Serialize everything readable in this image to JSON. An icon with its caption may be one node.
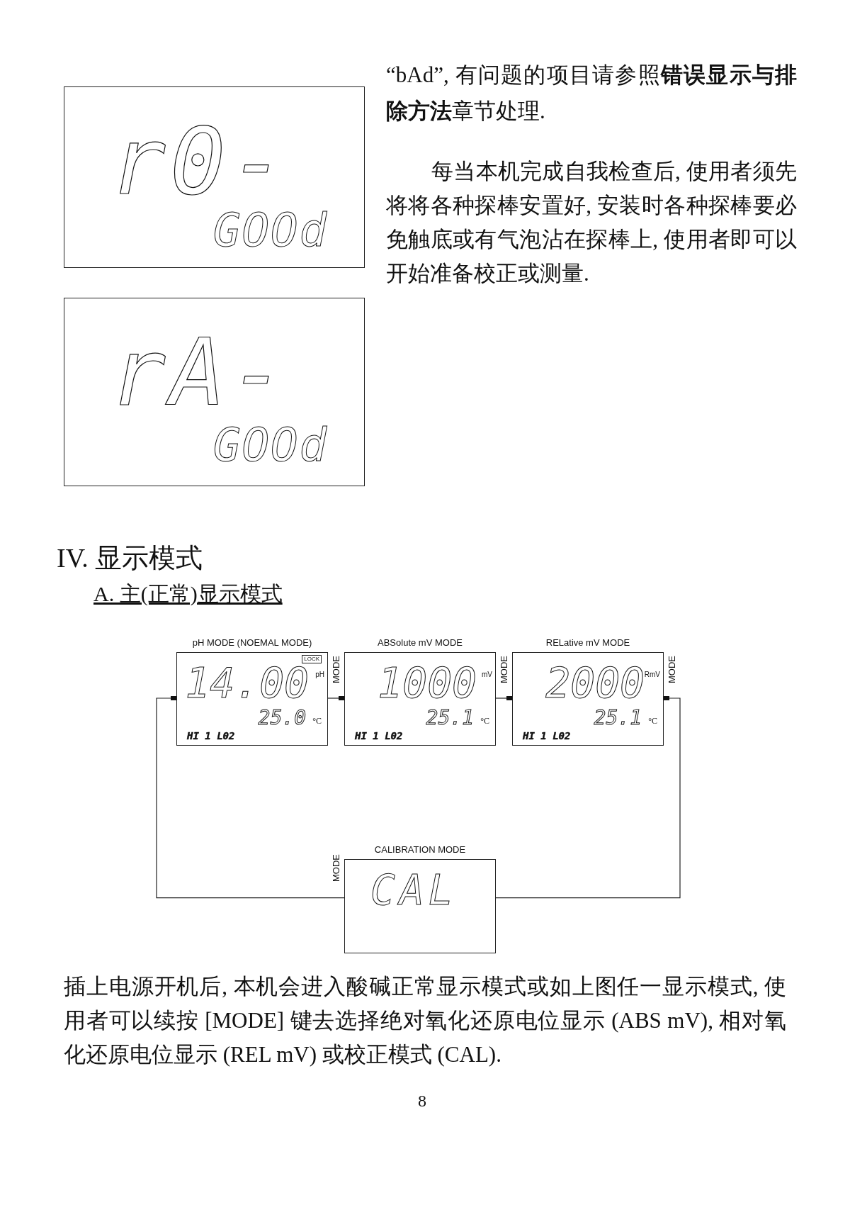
{
  "diagram": {
    "nodes": [
      {
        "text": [
          "r0-",
          "GOOd"
        ]
      },
      {
        "text": [
          "rA-",
          "GOOd"
        ]
      },
      {
        "text": [
          "pH MODE (NOEMAL MODE)",
          "LOCK",
          "14.00",
          "pH",
          "25.0",
          "°C",
          "HI 1 L02"
        ]
      },
      {
        "text": [
          "ABSolute mV MODE",
          "1000",
          "mV",
          "25.1",
          "°C",
          "HI 1 L02"
        ]
      },
      {
        "text": [
          "RELative mV MODE",
          "2000",
          "RmV",
          "25.1",
          "°C",
          "HI 1 L02"
        ]
      },
      {
        "text": [
          "CALIBRATION MODE",
          "CAL"
        ]
      }
    ],
    "edges": [
      {
        "from": 2,
        "to": 3,
        "arrow": "other",
        "label": "MODE"
      },
      {
        "from": 3,
        "to": 4,
        "arrow": "other",
        "label": "MODE"
      },
      {
        "from": 5,
        "to": 4,
        "arrow": "other",
        "label": "MODE"
      },
      {
        "from": 5,
        "to": 2,
        "arrow": "other",
        "label": "MODE"
      }
    ],
    "labels": [
      "“bAd”, 有问题的项目请参照**错误显示与排除方法**章节处理.",
      "每当本机完成自我检查后, 使用者须先将将各种探棒安置好, 安装时各种探棒要必免触底或有气泡沾在探棒上, 使用者即可以开始准备校正或测量.",
      "IV. 显示模式",
      "A. 主(正常)显示模式",
      "插上电源开机后, 本机会进入酸碱正常显示模式或如上图任一显示模式, 使用者可以续按 [MODE] 键去选择绝对氧化还原电位显示 (ABS mV), 相对氧化还原电位显示 (REL mV) 或校正模式 (CAL).",
      "8"
    ]
  }
}
